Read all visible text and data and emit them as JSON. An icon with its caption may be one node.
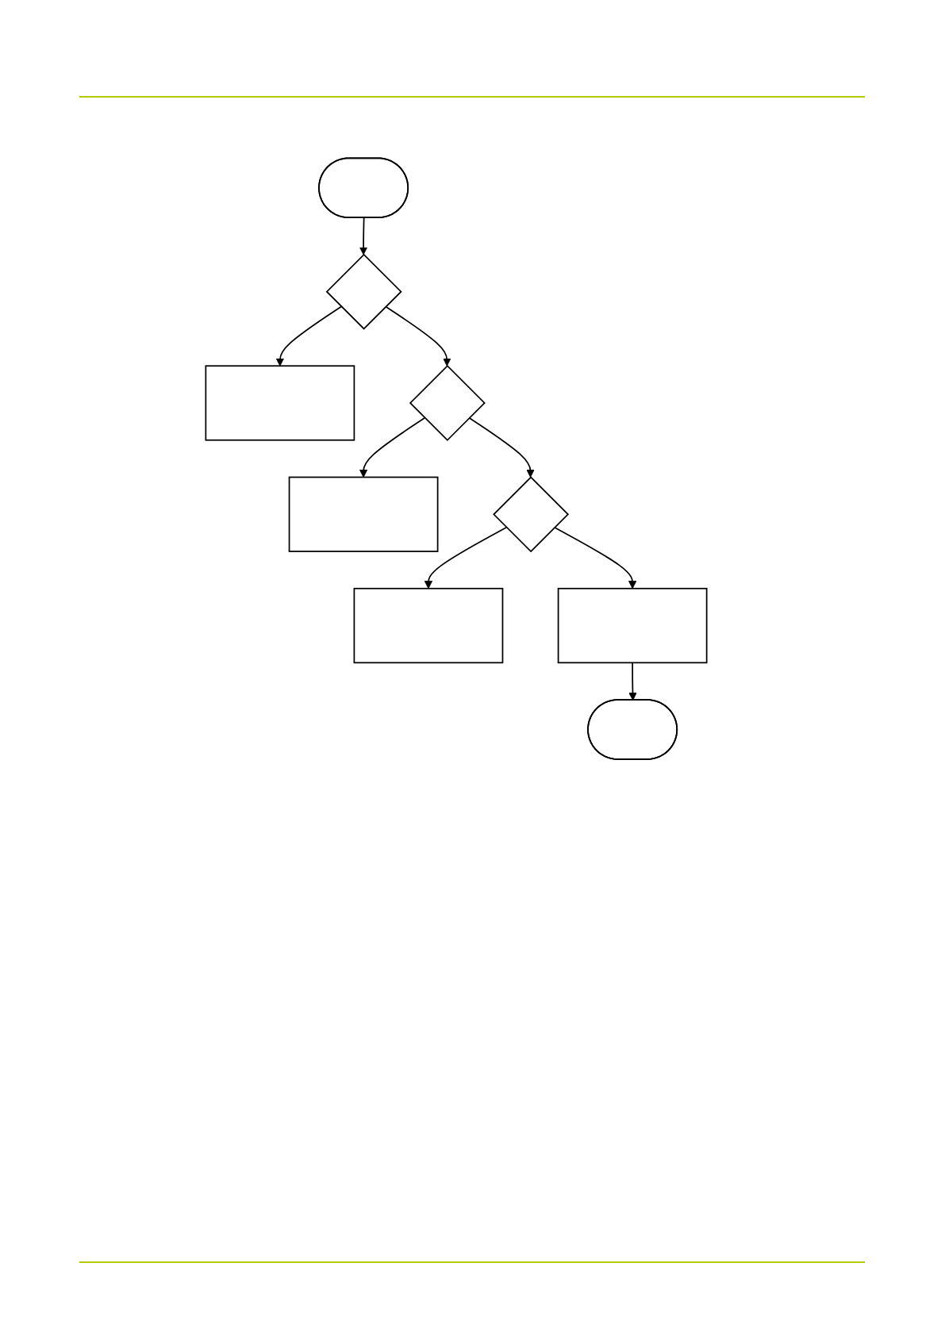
{
  "diagram": {
    "nodes": [
      {
        "text": [],
        "shape": "stadium"
      },
      {
        "text": [],
        "shape": "diamond"
      },
      {
        "text": [],
        "shape": "box"
      },
      {
        "text": [],
        "shape": "diamond"
      },
      {
        "text": [],
        "shape": "box"
      },
      {
        "text": [],
        "shape": "diamond"
      },
      {
        "text": [],
        "shape": "box"
      },
      {
        "text": [],
        "shape": "box"
      },
      {
        "text": [],
        "shape": "stadium"
      }
    ],
    "edges": [
      {
        "from": 0,
        "to": 1,
        "arrow": "to"
      },
      {
        "from": 1,
        "to": 2,
        "arrow": "to"
      },
      {
        "from": 1,
        "to": 3,
        "arrow": "to"
      },
      {
        "from": 3,
        "to": 4,
        "arrow": "to"
      },
      {
        "from": 3,
        "to": 5,
        "arrow": "to"
      },
      {
        "from": 5,
        "to": 6,
        "arrow": "to"
      },
      {
        "from": 5,
        "to": 7,
        "arrow": "to"
      },
      {
        "from": 7,
        "to": 8,
        "arrow": "to"
      }
    ]
  }
}
